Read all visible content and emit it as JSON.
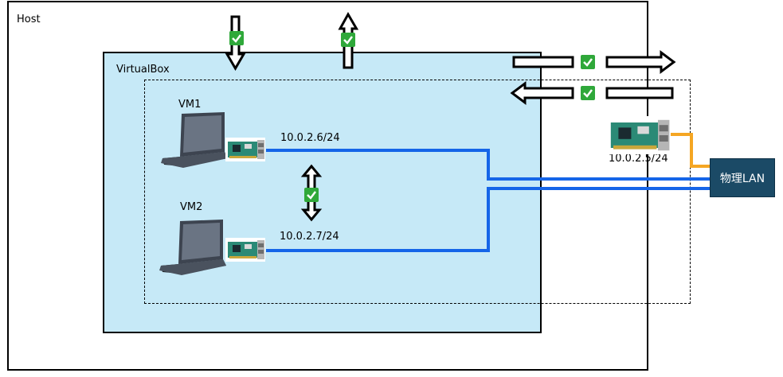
{
  "host": {
    "label": "Host"
  },
  "virtualbox": {
    "label": "VirtualBox"
  },
  "vm1": {
    "label": "VM1",
    "ip": "10.0.2.6/24"
  },
  "vm2": {
    "label": "VM2",
    "ip": "10.0.2.7/24"
  },
  "nat_nic": {
    "ip": "10.0.2.5/24"
  },
  "physical_lan": {
    "label": "物理LAN"
  },
  "icons": [
    "laptop-icon",
    "nic-card-icon",
    "check-icon",
    "arrow-icon"
  ],
  "colors": {
    "network_line": "#1565e8",
    "uplink_line": "#f5a623",
    "lan_box": "#1b4a66",
    "check": "#2fa83a",
    "virtualbox_fill": "#c6e9f7"
  }
}
